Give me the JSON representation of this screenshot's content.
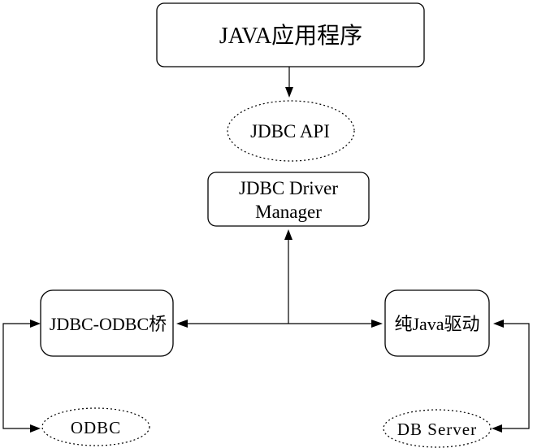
{
  "diagram": {
    "title": "JDBC architecture diagram",
    "colors": {
      "background": "#ffffff",
      "stroke": "#000000",
      "text": "#000000"
    },
    "nodes": {
      "java_app": {
        "label": "JAVA应用程序",
        "shape": "rounded-rect"
      },
      "jdbc_api": {
        "label": "JDBC API",
        "shape": "dotted-ellipse"
      },
      "jdbc_driver_manager": {
        "label_line1": "JDBC Driver",
        "label_line2": "Manager",
        "shape": "rounded-rect"
      },
      "jdbc_odbc_bridge": {
        "label": "JDBC-ODBC桥",
        "shape": "rounded-rect"
      },
      "pure_java_driver": {
        "label": "纯Java驱动",
        "shape": "rounded-rect"
      },
      "odbc": {
        "label": "ODBC",
        "shape": "dotted-ellipse"
      },
      "db_server": {
        "label": "DB Server",
        "shape": "dotted-ellipse"
      }
    },
    "edges": [
      {
        "from": "java_app",
        "to": "jdbc_api",
        "arrows": "single-down"
      },
      {
        "from": "bridge-level-junction",
        "to": "jdbc_driver_manager",
        "arrows": "single-up"
      },
      {
        "from": "jdbc_odbc_bridge",
        "to": "pure_java_driver",
        "arrows": "double"
      },
      {
        "from": "jdbc_odbc_bridge",
        "to": "odbc",
        "arrows": "double-elbow-left"
      },
      {
        "from": "pure_java_driver",
        "to": "db_server",
        "arrows": "double-elbow-right"
      }
    ]
  }
}
